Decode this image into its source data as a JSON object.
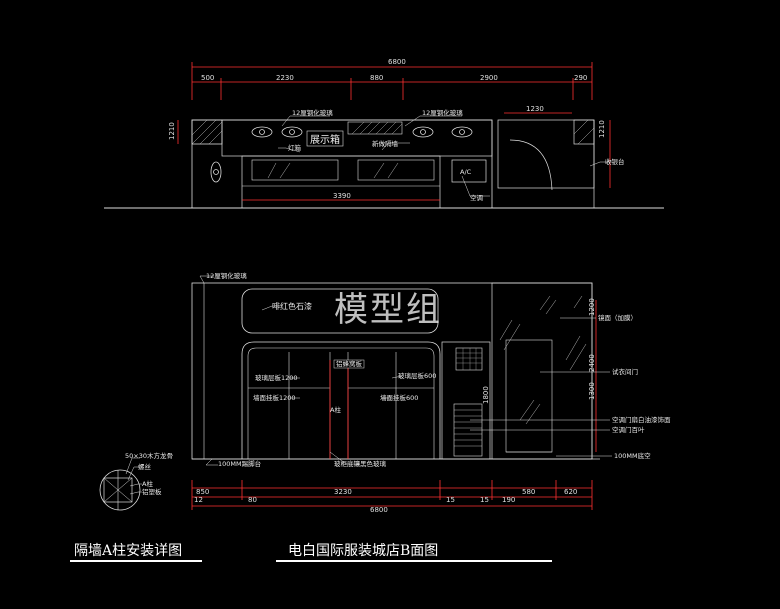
{
  "upper": {
    "dims_top": [
      "6800",
      "500",
      "2230",
      "880",
      "2900",
      "290"
    ],
    "dim_1230": "1230",
    "dim_3390": "3390",
    "left_dim": "1210",
    "right_dim": "1210",
    "labels": {
      "glass_top_left": "12厘钢化玻璃",
      "glass_top_right": "12厘钢化玻璃",
      "display_box": "展示箱",
      "light_box": "灯箱",
      "new_wall": "新做隔墙",
      "ac": "A/C",
      "ac_label": "空调",
      "counter": "收银台"
    }
  },
  "lower": {
    "glass_top": "12厘钢化玻璃",
    "stone": "啡红色石漆",
    "label_a": "玻璃层板1200",
    "label_b": "墙面挂板1200",
    "label_c": "玻璃层板600",
    "label_d": "墙面挂板600",
    "label_e": "A柱",
    "label_f": "铝蜂窝板",
    "label_g": "玻柜底镶黑色玻璃",
    "label_h": "100MM踢脚台",
    "right_labels": {
      "mirror": "镜面（加膜）",
      "fitting_door": "试衣间门",
      "ac_door_paint": "空调门扇白油漆饰面",
      "ac_louver": "空调门百叶",
      "base": "100MM底空"
    },
    "dims_bottom": [
      "850",
      "3230",
      "580",
      "620"
    ],
    "dims_bottom2": [
      "12",
      "80",
      "15",
      "15",
      "190"
    ],
    "dims_total": "6800",
    "vert_dims": [
      "1200",
      "2400",
      "1300",
      "1800"
    ]
  },
  "detail": {
    "label_1": "50×30木方龙骨",
    "label_2": "螺丝",
    "label_3": "A柱",
    "label_4": "铝塑板"
  },
  "titles": {
    "left": "隔墙A柱安装详图",
    "right": "电白国际服装城店B面图"
  },
  "watermark": "模型组"
}
